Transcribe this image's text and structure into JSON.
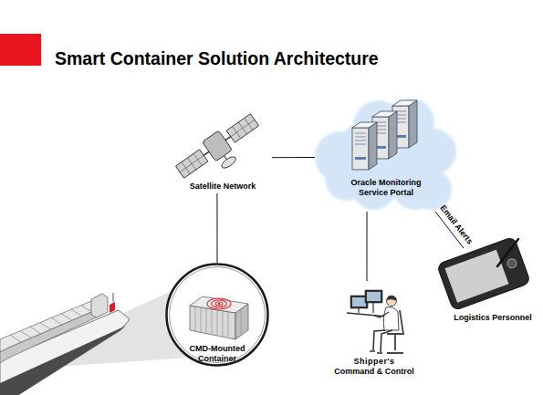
{
  "diagram": {
    "title": "Smart Container Solution Architecture",
    "nodes": [
      {
        "text": [
          "Satellite Network"
        ]
      },
      {
        "text": [
          "Oracle Monitoring Service Portal"
        ]
      },
      {
        "text": [
          "Logistics Personnel"
        ]
      },
      {
        "text": [
          "CMD-Mounted Container"
        ]
      },
      {
        "text": [
          "Shipper's Command & Control"
        ]
      }
    ],
    "edges": [
      {
        "from": 0,
        "to": 1,
        "arrow": "none"
      },
      {
        "from": 0,
        "to": 3,
        "arrow": "none"
      },
      {
        "from": 1,
        "to": 4,
        "arrow": "none"
      },
      {
        "from": 1,
        "to": 2,
        "label": "Email Alerts",
        "arrow": "none"
      }
    ]
  }
}
